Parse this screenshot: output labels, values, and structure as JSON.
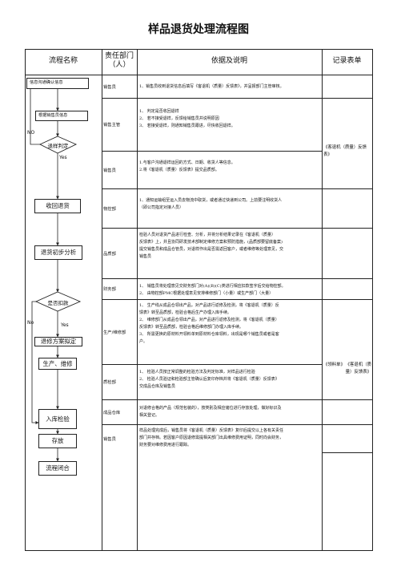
{
  "title": "样品退货处理流程图",
  "headers": {
    "flow": "流程名称",
    "dept": "责任部门（人）",
    "desc": "依据及说明",
    "record": "记录表单"
  },
  "flow": {
    "start": "信息沟通确认信息",
    "confirm": "根据销售员信息",
    "decision_return": "退样判定",
    "no_1": "NO",
    "yes_1": "Yes",
    "receive": "收回退货",
    "analysis": "退货初步分析",
    "decision_deduct": "是否扣款",
    "no_2": "No",
    "yes_2": "Yes",
    "plan": "退修方案拟定",
    "production": "生产、维修",
    "inspection": "入库检验",
    "storage": "存放",
    "close": "流程闭合"
  },
  "rows": [
    {
      "dept": "销售员",
      "lines": [
        "1、销售员收到退货信息后填写《客退机（质量）反馈表》，并呈报部门主管审核。"
      ]
    },
    {
      "dept": "销售主管",
      "lines": [
        "1、   判定是否收回退样",
        "2、   若不接受退样，反馈给销售员并说明原因",
        "3、   若接受退样，则通知销售员跟进，尽快收回退样。"
      ]
    },
    {
      "dept": "销售员",
      "lines": [
        "1.与客户沟通退样运回的方式、日期、收货人等信息。",
        "2.将《客退机（质量）反馈表》提交品质部。"
      ]
    },
    {
      "dept": "物控部",
      "lines": [
        "1、通知运输组至运入员去物流中取货，或者通过快递到公司。上前要注明收货人",
        "（即公司指定对接人员）"
      ]
    },
    {
      "dept": "品质部",
      "lines": [
        "检验人员对退货产品进行检查、分析，并将分析结果记录在《客退机（质量）",
        "反馈表》上，并且协同研发技术部制定维修方案和预防措施，(品质部要留底备案)",
        "提交销售员和成品仓管员，对退样作出是否需返回客户，或者维修等处理意见，交",
        "销售员"
      ]
    },
    {
      "dept": "财务部",
      "lines": [
        "1、   销售员将处理意见交财务部门对(A)(B)(C)类进行相应扣款签字后交给物控部。",
        "2、   由物控部PMC根据处理意见安排维修部门（小量）或生产部门（大量）"
      ]
    },
    {
      "dept": "生产/维修部",
      "lines": [
        "1、   生产线从成品仓领出产品，对产品进行返修及检测，将《客退机（质量）反",
        "       馈表》转至品质部，检验合格后生产办理入库手续。",
        "2、   维修部门从成品仓领出产品，对产品进行返修及检测，将《客退机（质量）",
        "       反馈表》转至品质部，检验合格后维修部门办理入库手续。",
        "3、   所需更换的原材料开领料单到原材料仓库领料，出现是哪个销售员或者是客",
        "       户。"
      ]
    },
    {
      "dept": "质检部",
      "lines": [
        "1、   检验人员按正常调整的检验方法及判定标准，对样品进行检验",
        "2、   检验人员验证和检验部主管确认后复印存档并将《客退机（质量）反馈表》",
        "       交成品仓库及销售员"
      ]
    },
    {
      "dept": "成品仓库",
      "lines": [
        "对退修合格的产品（规范包装的），按类别及相应储位进行存放处理，做好标识及",
        "相关登记。"
      ]
    },
    {
      "dept": "销售员",
      "lines": [
        "样品处理完成后，销售员将《客退机（质量）反馈表》复印后提交以上各有关责任",
        "部门并存档。若因客户原因退修需提相关部门出具维修费用证明，同时向会财务，",
        "财务要对维修费用进行跟踪。"
      ]
    }
  ],
  "records": {
    "r1": "《客退机（质量）反馈表》",
    "r2_a": "《领料单》",
    "r2_b": "《客退机（质量）反馈表》"
  }
}
